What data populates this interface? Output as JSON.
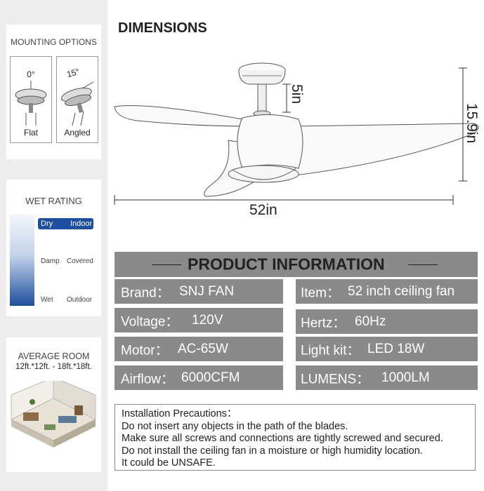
{
  "sidebar": {
    "mounting": {
      "title": "MOUNTING OPTIONS",
      "flat_angle": "0°",
      "flat_label": "Flat",
      "angled_angle": "15°",
      "angled_label": "Angled"
    },
    "wet": {
      "title": "WET RATING",
      "rows": [
        {
          "left": "Dry",
          "right": "Indoor"
        },
        {
          "left": "Damp",
          "right": "Covered"
        },
        {
          "left": "Wet",
          "right": "Outdoor"
        }
      ],
      "selected": "Dry"
    },
    "room": {
      "title": "AVERAGE ROOM",
      "size": "12ft.*12ft. - 18ft.*18ft."
    }
  },
  "dimensions": {
    "title": "DIMENSIONS",
    "height": "5in",
    "total_height": "15.9in",
    "width": "52in"
  },
  "product": {
    "title": "PRODUCT INFORMATION",
    "specs": [
      {
        "label": "Brand：",
        "value": "SNJ FAN"
      },
      {
        "label": "Item：",
        "value": "52 inch ceiling fan"
      },
      {
        "label": "Voltage：",
        "value": "120V"
      },
      {
        "label": "Hertz：",
        "value": "60Hz"
      },
      {
        "label": "Motor：",
        "value": "AC-65W"
      },
      {
        "label": "Light kit：",
        "value": "LED 18W"
      },
      {
        "label": "Airflow：",
        "value": "6000CFM"
      },
      {
        "label": "LUMENS：",
        "value": "1000LM"
      }
    ]
  },
  "notes": {
    "title": "Installation Precautions：",
    "lines": [
      "Do not insert any objects in the path of the blades.",
      "Make sure all screws and connections are tightly screwed and secured.",
      "Do not install the ceiling fan in a moisture or high humidity location.",
      "It could be UNSAFE."
    ]
  },
  "colors": {
    "sidebar_bg": "#ededed",
    "bar_gray": "#8a8a8a",
    "wet_blue": "#1e4f9c"
  }
}
